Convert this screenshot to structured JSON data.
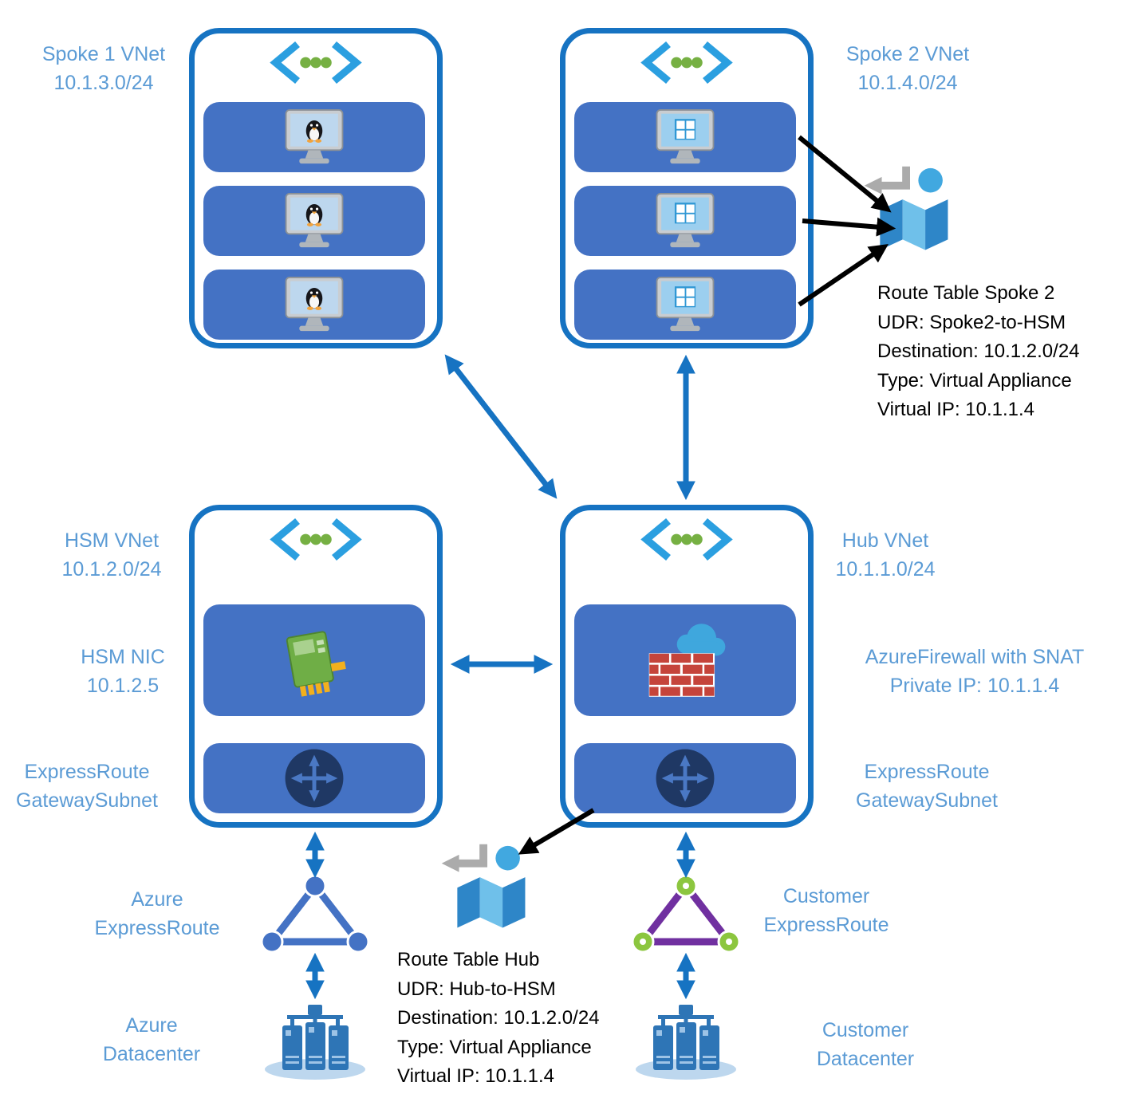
{
  "colors": {
    "vnet_border_blue": "#1673C2",
    "panel_blue": "#4472C4",
    "label_blue": "#5B9BD5",
    "arrow_blue": "#1673C2",
    "arrow_black": "#000000",
    "vnet_chevron_blue": "#2B9FE0",
    "vnet_dot_green": "#76B043",
    "azure_expressroute_blue": "#4472C4",
    "customer_expressroute_purple": "#7030A0",
    "customer_expressroute_green": "#8CC63F",
    "firewall_brick_red": "#C5443B",
    "gateway_navy": "#1F3864"
  },
  "vnets": {
    "spoke1": {
      "name": "Spoke 1 VNet",
      "cidr": "10.1.3.0/24",
      "vm_count": 3,
      "vm_os": "Linux"
    },
    "spoke2": {
      "name": "Spoke 2 VNet",
      "cidr": "10.1.4.0/24",
      "vm_count": 3,
      "vm_os": "Windows"
    },
    "hsm": {
      "name": "HSM VNet",
      "cidr": "10.1.2.0/24"
    },
    "hub": {
      "name": "Hub VNet",
      "cidr": "10.1.1.0/24"
    }
  },
  "labels": {
    "hsm_nic": {
      "line1": "HSM NIC",
      "line2": "10.1.2.5"
    },
    "hsm_gateway": {
      "line1": "ExpressRoute",
      "line2": "GatewaySubnet"
    },
    "hub_firewall": {
      "line1": "AzureFirewall with SNAT",
      "line2": "Private IP: 10.1.1.4"
    },
    "hub_gateway": {
      "line1": "ExpressRoute",
      "line2": "GatewaySubnet"
    },
    "azure_expressroute": {
      "line1": "Azure",
      "line2": "ExpressRoute"
    },
    "azure_datacenter": {
      "line1": "Azure",
      "line2": "Datacenter"
    },
    "customer_expressroute": {
      "line1": "Customer",
      "line2": "ExpressRoute"
    },
    "customer_datacenter": {
      "line1": "Customer",
      "line2": "Datacenter"
    }
  },
  "route_tables": {
    "spoke2": {
      "lines": [
        "Route Table Spoke 2",
        "UDR: Spoke2-to-HSM",
        "Destination: 10.1.2.0/24",
        "Type: Virtual Appliance",
        "Virtual IP: 10.1.1.4"
      ]
    },
    "hub": {
      "lines": [
        "Route Table Hub",
        "UDR: Hub-to-HSM",
        "Destination: 10.1.2.0/24",
        "Type: Virtual Appliance",
        "Virtual IP: 10.1.1.4"
      ]
    }
  },
  "icons": {
    "vnet": "virtual-network-icon",
    "linux_vm": "linux-vm-icon",
    "windows_vm": "windows-vm-icon",
    "route_table": "route-table-icon",
    "hsm_nic": "network-interface-card-icon",
    "firewall": "azure-firewall-icon",
    "gateway": "expressroute-gateway-icon",
    "expressroute_circuit": "expressroute-circuit-icon",
    "datacenter": "datacenter-servers-icon"
  },
  "connections": [
    {
      "from": "Spoke 1 VNet",
      "to": "Hub VNet",
      "style": "blue-double-arrow"
    },
    {
      "from": "Spoke 2 VNet",
      "to": "Hub VNet",
      "style": "blue-double-arrow"
    },
    {
      "from": "HSM VNet",
      "to": "Hub VNet",
      "style": "blue-double-arrow"
    },
    {
      "from": "HSM GatewaySubnet",
      "to": "Azure ExpressRoute",
      "style": "blue-double-arrow"
    },
    {
      "from": "Azure ExpressRoute",
      "to": "Azure Datacenter",
      "style": "blue-double-arrow"
    },
    {
      "from": "Hub GatewaySubnet",
      "to": "Customer ExpressRoute",
      "style": "blue-double-arrow"
    },
    {
      "from": "Customer ExpressRoute",
      "to": "Customer Datacenter",
      "style": "blue-double-arrow"
    },
    {
      "from": "Spoke 2 VMs",
      "to": "Route Table Spoke 2",
      "style": "black-arrow"
    },
    {
      "from": "Hub VNet",
      "to": "Route Table Hub",
      "style": "black-arrow"
    }
  ]
}
